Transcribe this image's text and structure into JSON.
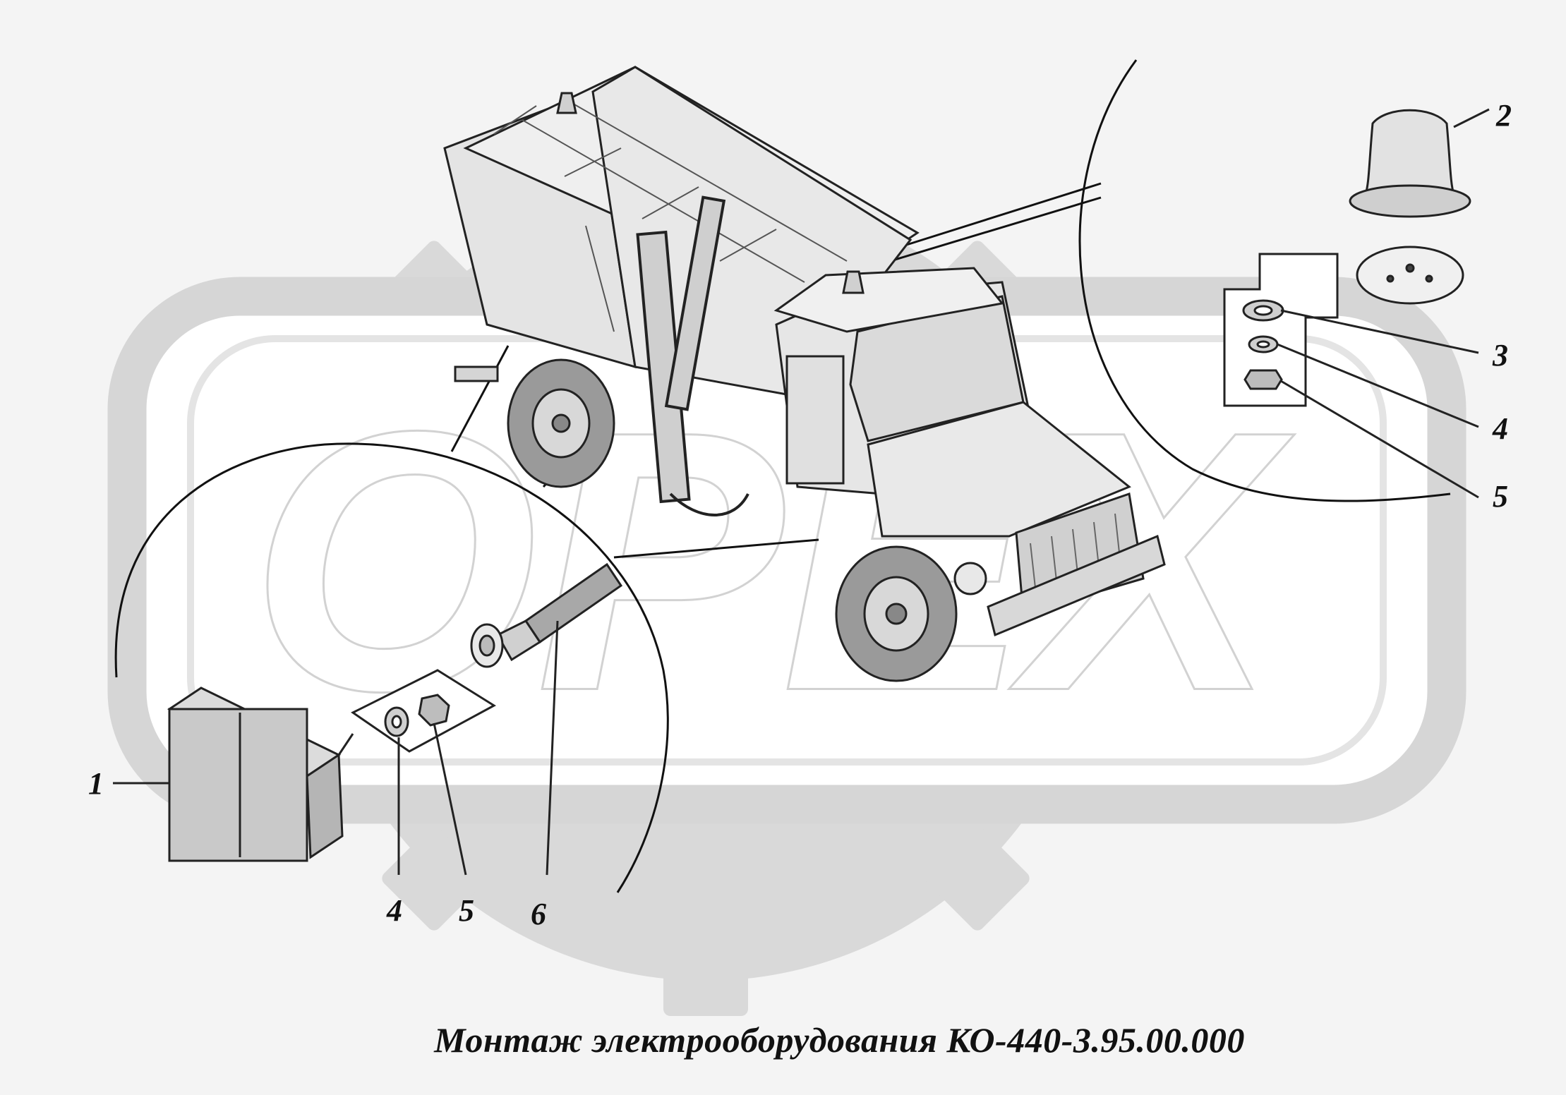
{
  "caption": "Монтаж электрооборудования КО-440-3.95.00.000",
  "watermark": {
    "text": "ОРЕХ",
    "color": "#cfcfcf"
  },
  "callouts": {
    "lamp": "1",
    "beacon": "2",
    "washer_flat": "3",
    "washer_spring_right": "4",
    "nut_right": "5",
    "washer_spring_left": "4",
    "nut_left": "5",
    "grommet": "6"
  }
}
